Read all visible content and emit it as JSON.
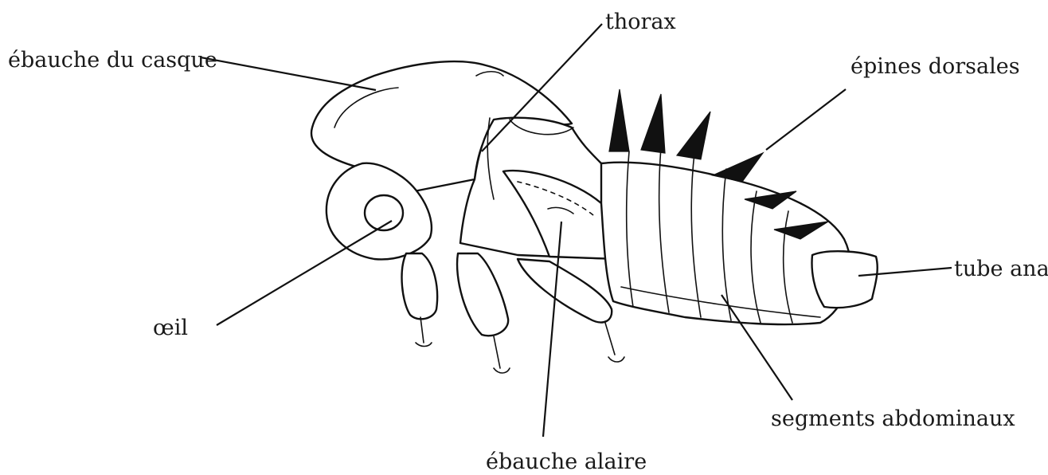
{
  "labels": {
    "casque": "ébauche du casque",
    "thorax": "thorax",
    "epines": "épines dorsales",
    "tube": "tube anal",
    "oeil": "œil",
    "segments": "segments abdominaux",
    "alaire": "ébauche alaire"
  }
}
